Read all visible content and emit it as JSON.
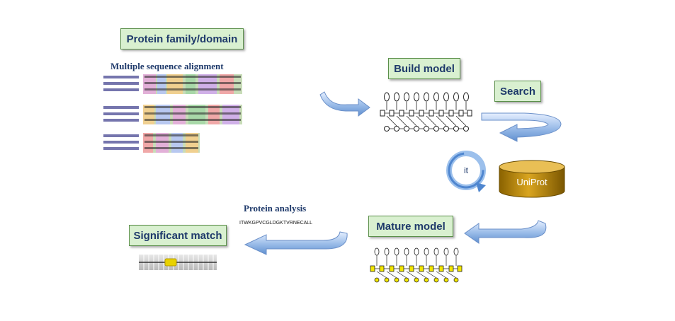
{
  "boxes": {
    "family": "Protein family/domain",
    "build": "Build model",
    "search": "Search",
    "mature": "Mature model",
    "significant": "Significant match"
  },
  "labels": {
    "msa": "Multiple sequence alignment",
    "protein_analysis": "Protein analysis",
    "sequence": "ITWKGPVCGLDGKTVRNECALL",
    "iterate": "it",
    "database": "UniProt"
  },
  "colors": {
    "box_fill": "#d9f0d0",
    "box_border": "#5b8f4a",
    "text_dark": "#1f3a6b",
    "arrow_blue": "#7fa9de",
    "db_gold": "#b8860b",
    "model_yellow": "#f2e600"
  },
  "icons": [
    "curved-arrow-icon",
    "iterate-cycle-icon",
    "database-cylinder-icon"
  ]
}
